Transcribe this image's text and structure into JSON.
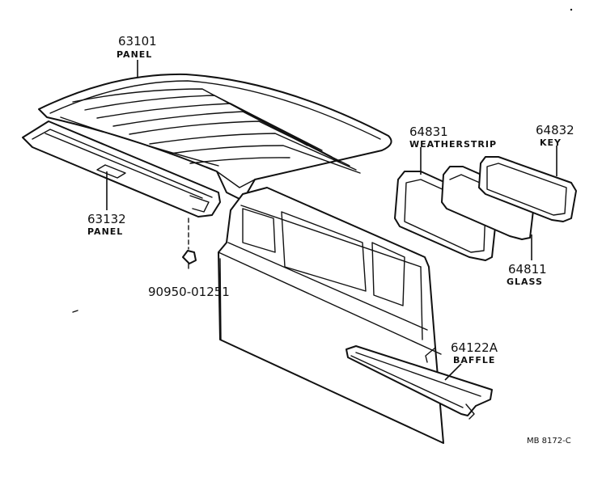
{
  "parts": [
    {
      "number": "63101",
      "name": "PANEL"
    },
    {
      "number": "63132",
      "name": "PANEL"
    },
    {
      "number": "90950-01251",
      "name": ""
    },
    {
      "number": "64831",
      "name": "WEATHERSTRIP"
    },
    {
      "number": "64832",
      "name": "KEY"
    },
    {
      "number": "64811",
      "name": "GLASS"
    },
    {
      "number": "64122A",
      "name": "BAFFLE"
    }
  ],
  "drawing_code": "MB 8172-C"
}
